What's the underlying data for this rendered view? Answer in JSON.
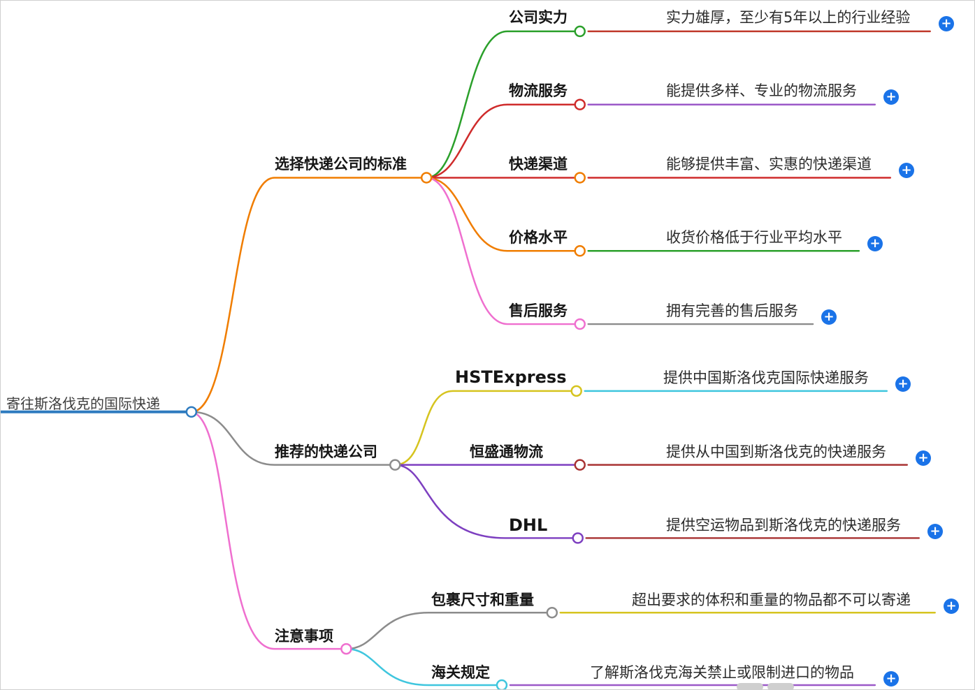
{
  "root": {
    "label": "寄往斯洛伐克的国际快递",
    "color": "#2e7bbf"
  },
  "branches": [
    {
      "label": "选择快递公司的标准",
      "color": "#f07d00",
      "children": [
        {
          "label": "公司实力",
          "color": "#2ba02b",
          "circle_color": "#2ba02b",
          "desc": "实力雄厚，至少有5年以上的行业经验",
          "desc_color": "#c0392b"
        },
        {
          "label": "物流服务",
          "color": "#cf2b2b",
          "circle_color": "#cf2b2b",
          "desc": "能提供多样、专业的物流服务",
          "desc_color": "#9b59c8"
        },
        {
          "label": "快递渠道",
          "color": "#cf2b2b",
          "circle_color": "#f07d00",
          "desc": "能够提供丰富、实惠的快递渠道",
          "desc_color": "#cf2b2b"
        },
        {
          "label": "价格水平",
          "color": "#f07d00",
          "circle_color": "#f07d00",
          "desc": "收货价格低于行业平均水平",
          "desc_color": "#2ba02b"
        },
        {
          "label": "售后服务",
          "color": "#ef6fcf",
          "circle_color": "#ef6fcf",
          "desc": "拥有完善的售后服务",
          "desc_color": "#8c8c8c"
        }
      ]
    },
    {
      "label": "推荐的快递公司",
      "color": "#8c8c8c",
      "children": [
        {
          "label": "HSTExpress",
          "color": "#d6c41f",
          "circle_color": "#d6c41f",
          "desc": "提供中国斯洛伐克国际快递服务",
          "desc_color": "#3fc6de"
        },
        {
          "label": "恒盛通物流",
          "color": "#7d3fc0",
          "circle_color": "#a83232",
          "desc": "提供从中国到斯洛伐克的快递服务",
          "desc_color": "#a83232"
        },
        {
          "label": "DHL",
          "color": "#7d3fc0",
          "circle_color": "#7d3fc0",
          "desc": "提供空运物品到斯洛伐克的快递服务",
          "desc_color": "#a83232"
        }
      ]
    },
    {
      "label": "注意事项",
      "color": "#ef6fcf",
      "children": [
        {
          "label": "包裹尺寸和重量",
          "color": "#8c8c8c",
          "circle_color": "#8c8c8c",
          "desc": "超出要求的体积和重量的物品都不可以寄递",
          "desc_color": "#d6c41f"
        },
        {
          "label": "海关规定",
          "color": "#3fc6de",
          "circle_color": "#3fc6de",
          "desc": "了解斯洛伐克海关禁止或限制进口的物品",
          "desc_color": "#9b59c8"
        }
      ]
    }
  ],
  "ui": {
    "expand_label": "+",
    "expand_color": "#1a73e8"
  }
}
